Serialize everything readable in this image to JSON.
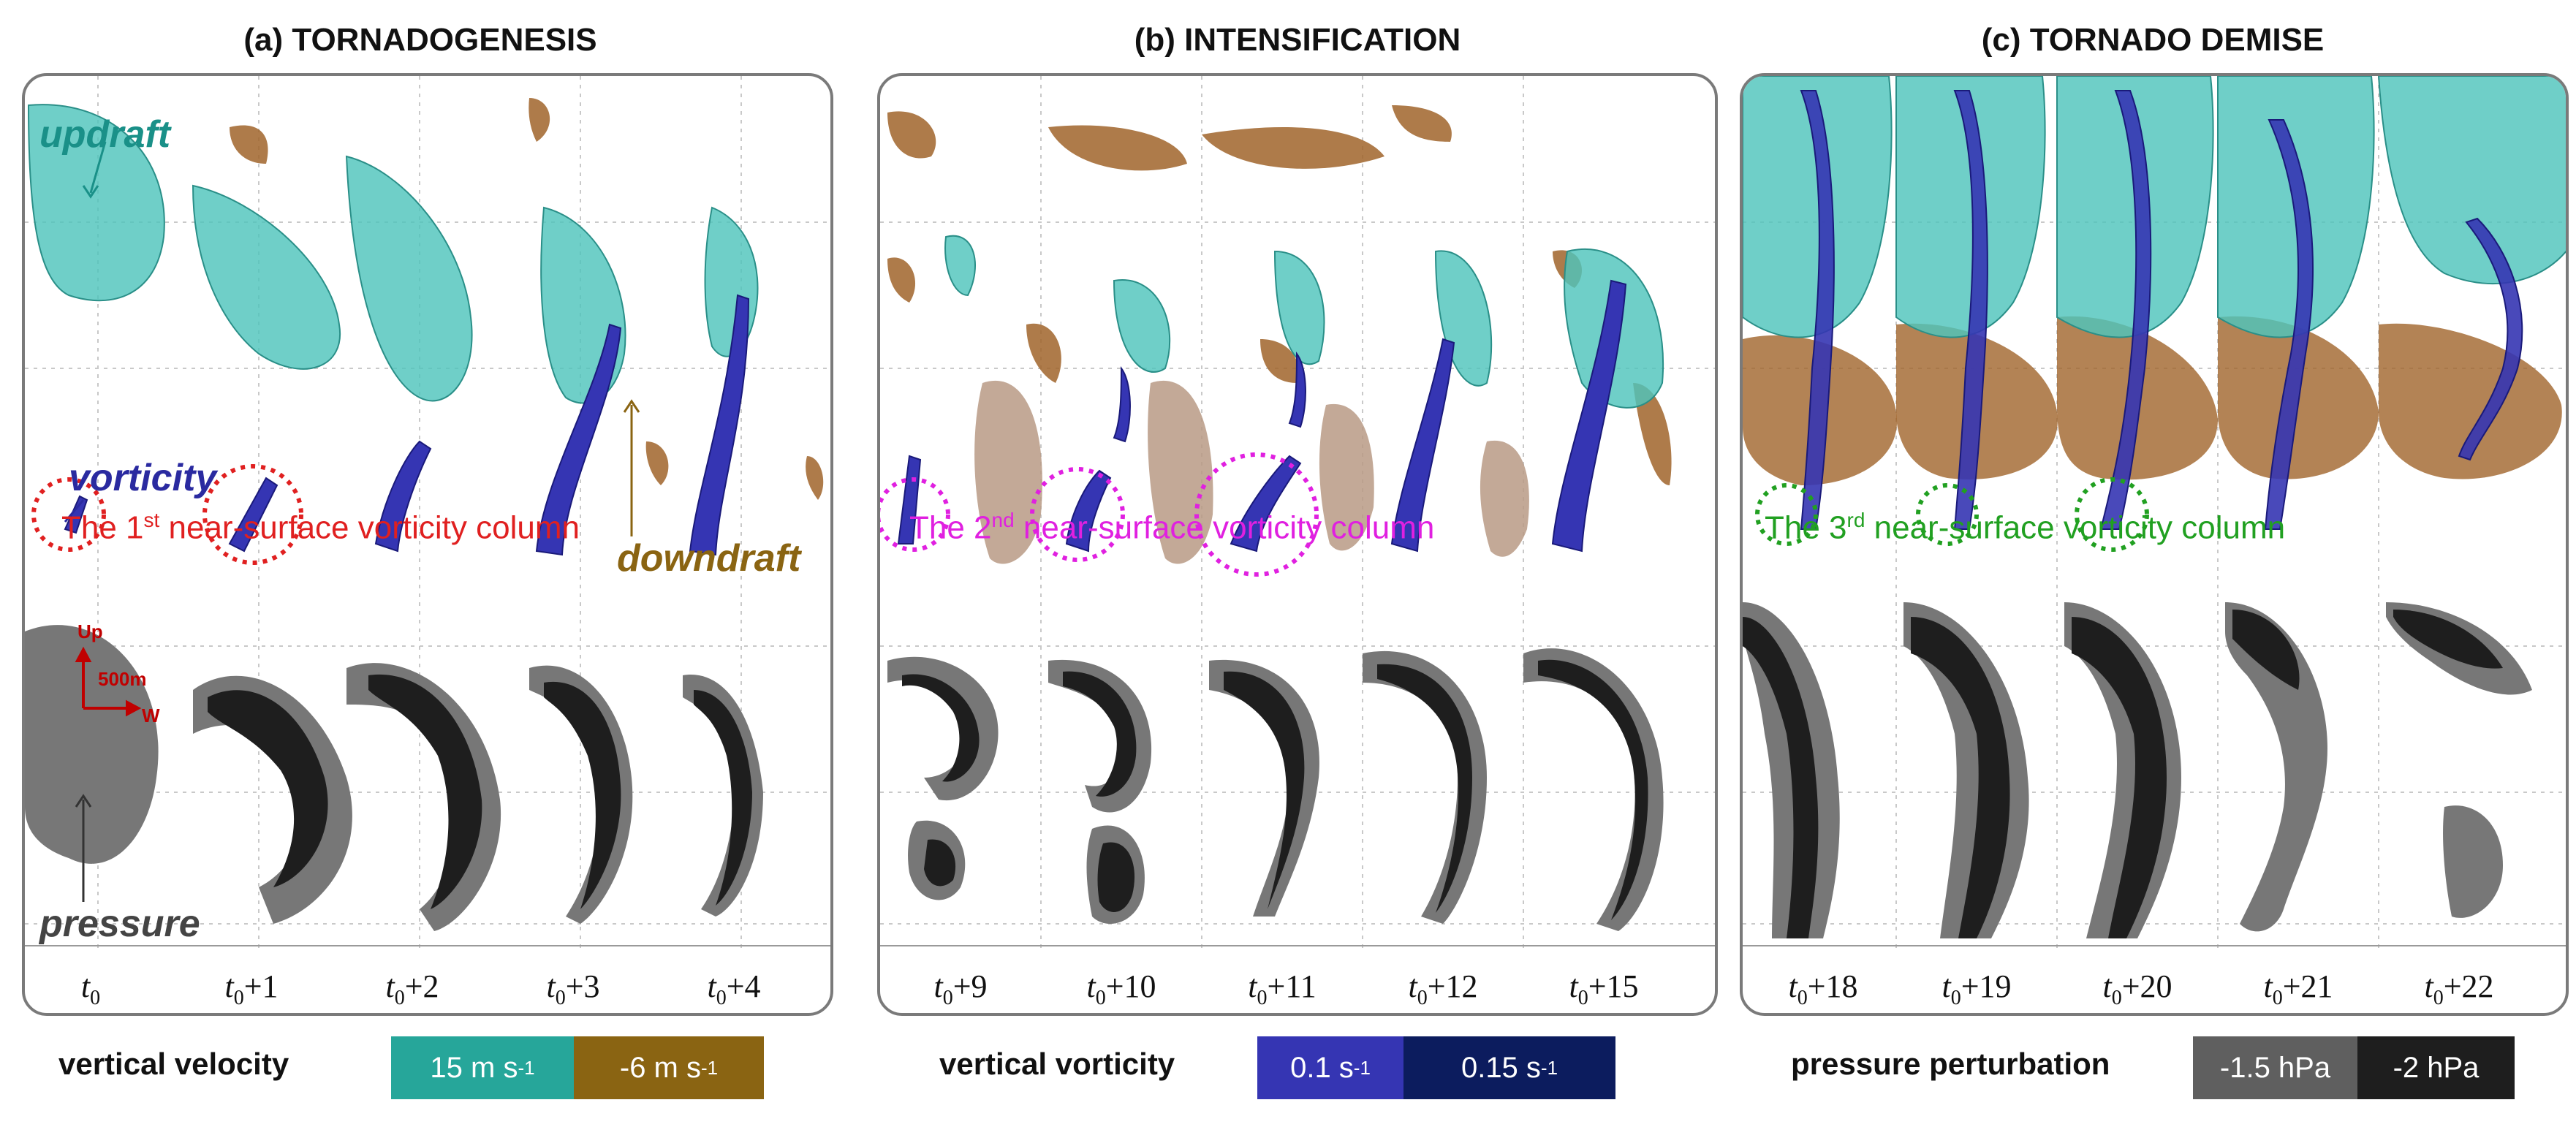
{
  "panels": {
    "a": {
      "title": "(a) TORNADOGENESIS",
      "caption": "The 1st near-surface vorticity column",
      "time_labels": [
        "t0",
        "t0+1",
        "t0+2",
        "t0+3",
        "t0+4"
      ]
    },
    "b": {
      "title": "(b) INTENSIFICATION",
      "caption": "The 2nd near-surface vorticity column",
      "time_labels": [
        "t0+9",
        "t0+10",
        "t0+11",
        "t0+12",
        "t0+15"
      ]
    },
    "c": {
      "title": "(c) TORNADO DEMISE",
      "caption": "The 3rd near-surface vorticity column",
      "time_labels": [
        "t0+18",
        "t0+19",
        "t0+20",
        "t0+21",
        "t0+22"
      ]
    }
  },
  "annotations": {
    "updraft": "updraft",
    "vorticity": "vorticity",
    "downdraft": "downdraft",
    "pressure": "pressure"
  },
  "scale": {
    "up": "Up",
    "length": "500m",
    "west": "W"
  },
  "legend": {
    "velocity": {
      "title": "vertical velocity",
      "items": [
        {
          "label": "15 m s-1",
          "color": "#26a69a"
        },
        {
          "label": "-6 m s-1",
          "color": "#8a6412"
        }
      ]
    },
    "vorticity": {
      "title": "vertical vorticity",
      "items": [
        {
          "label": "0.1 s-1",
          "color": "#3535b3"
        },
        {
          "label": "0.15 s-1",
          "color": "#0c1c5e"
        }
      ]
    },
    "pressure": {
      "title": "pressure perturbation",
      "items": [
        {
          "label": "-1.5 hPa",
          "color": "#5f5f5f"
        },
        {
          "label": "-2 hPa",
          "color": "#1e1e1e"
        }
      ]
    }
  },
  "colors": {
    "updraft": "#4fc4bc",
    "downdraft": "#a0642a",
    "vorticity_light": "#3535b3",
    "vorticity_dark": "#0c1c5e",
    "pressure_light": "#777777",
    "pressure_dark": "#1e1e1e",
    "caption_a": "#e02020",
    "caption_b": "#e020e0",
    "caption_c": "#21a021"
  }
}
